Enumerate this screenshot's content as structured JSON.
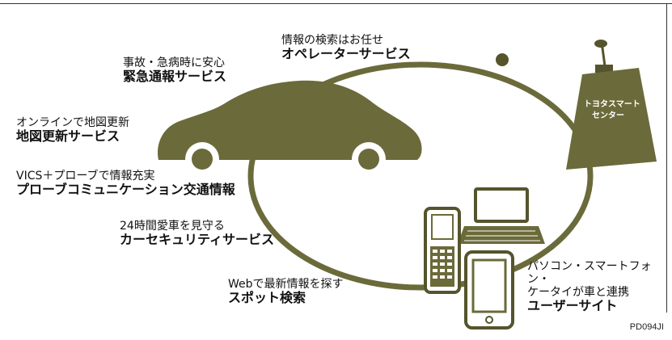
{
  "services": [
    {
      "sub": "事故・急病時に安心",
      "main": "緊急通報サービス"
    },
    {
      "sub": "情報の検索はお任せ",
      "main": "オペレーターサービス"
    },
    {
      "sub": "オンラインで地図更新",
      "main": "地図更新サービス"
    },
    {
      "sub": "VICS＋プローブで情報充実",
      "main": "プローブコミュニケーション交通情報"
    },
    {
      "sub": "24時間愛車を見守る",
      "main": "カーセキュリティサービス"
    },
    {
      "sub": "Webで最新情報を探す",
      "main": "スポット検索"
    },
    {
      "sub": "パソコン・スマートフォン・\nケータイが車と連携",
      "main": "ユーザーサイト"
    }
  ],
  "center": {
    "line1": "トヨタスマート",
    "line2": "センター"
  },
  "figure_code": "PD094JI",
  "colors": {
    "olive": "#6b6a3a",
    "olive_dark": "#55542c"
  }
}
